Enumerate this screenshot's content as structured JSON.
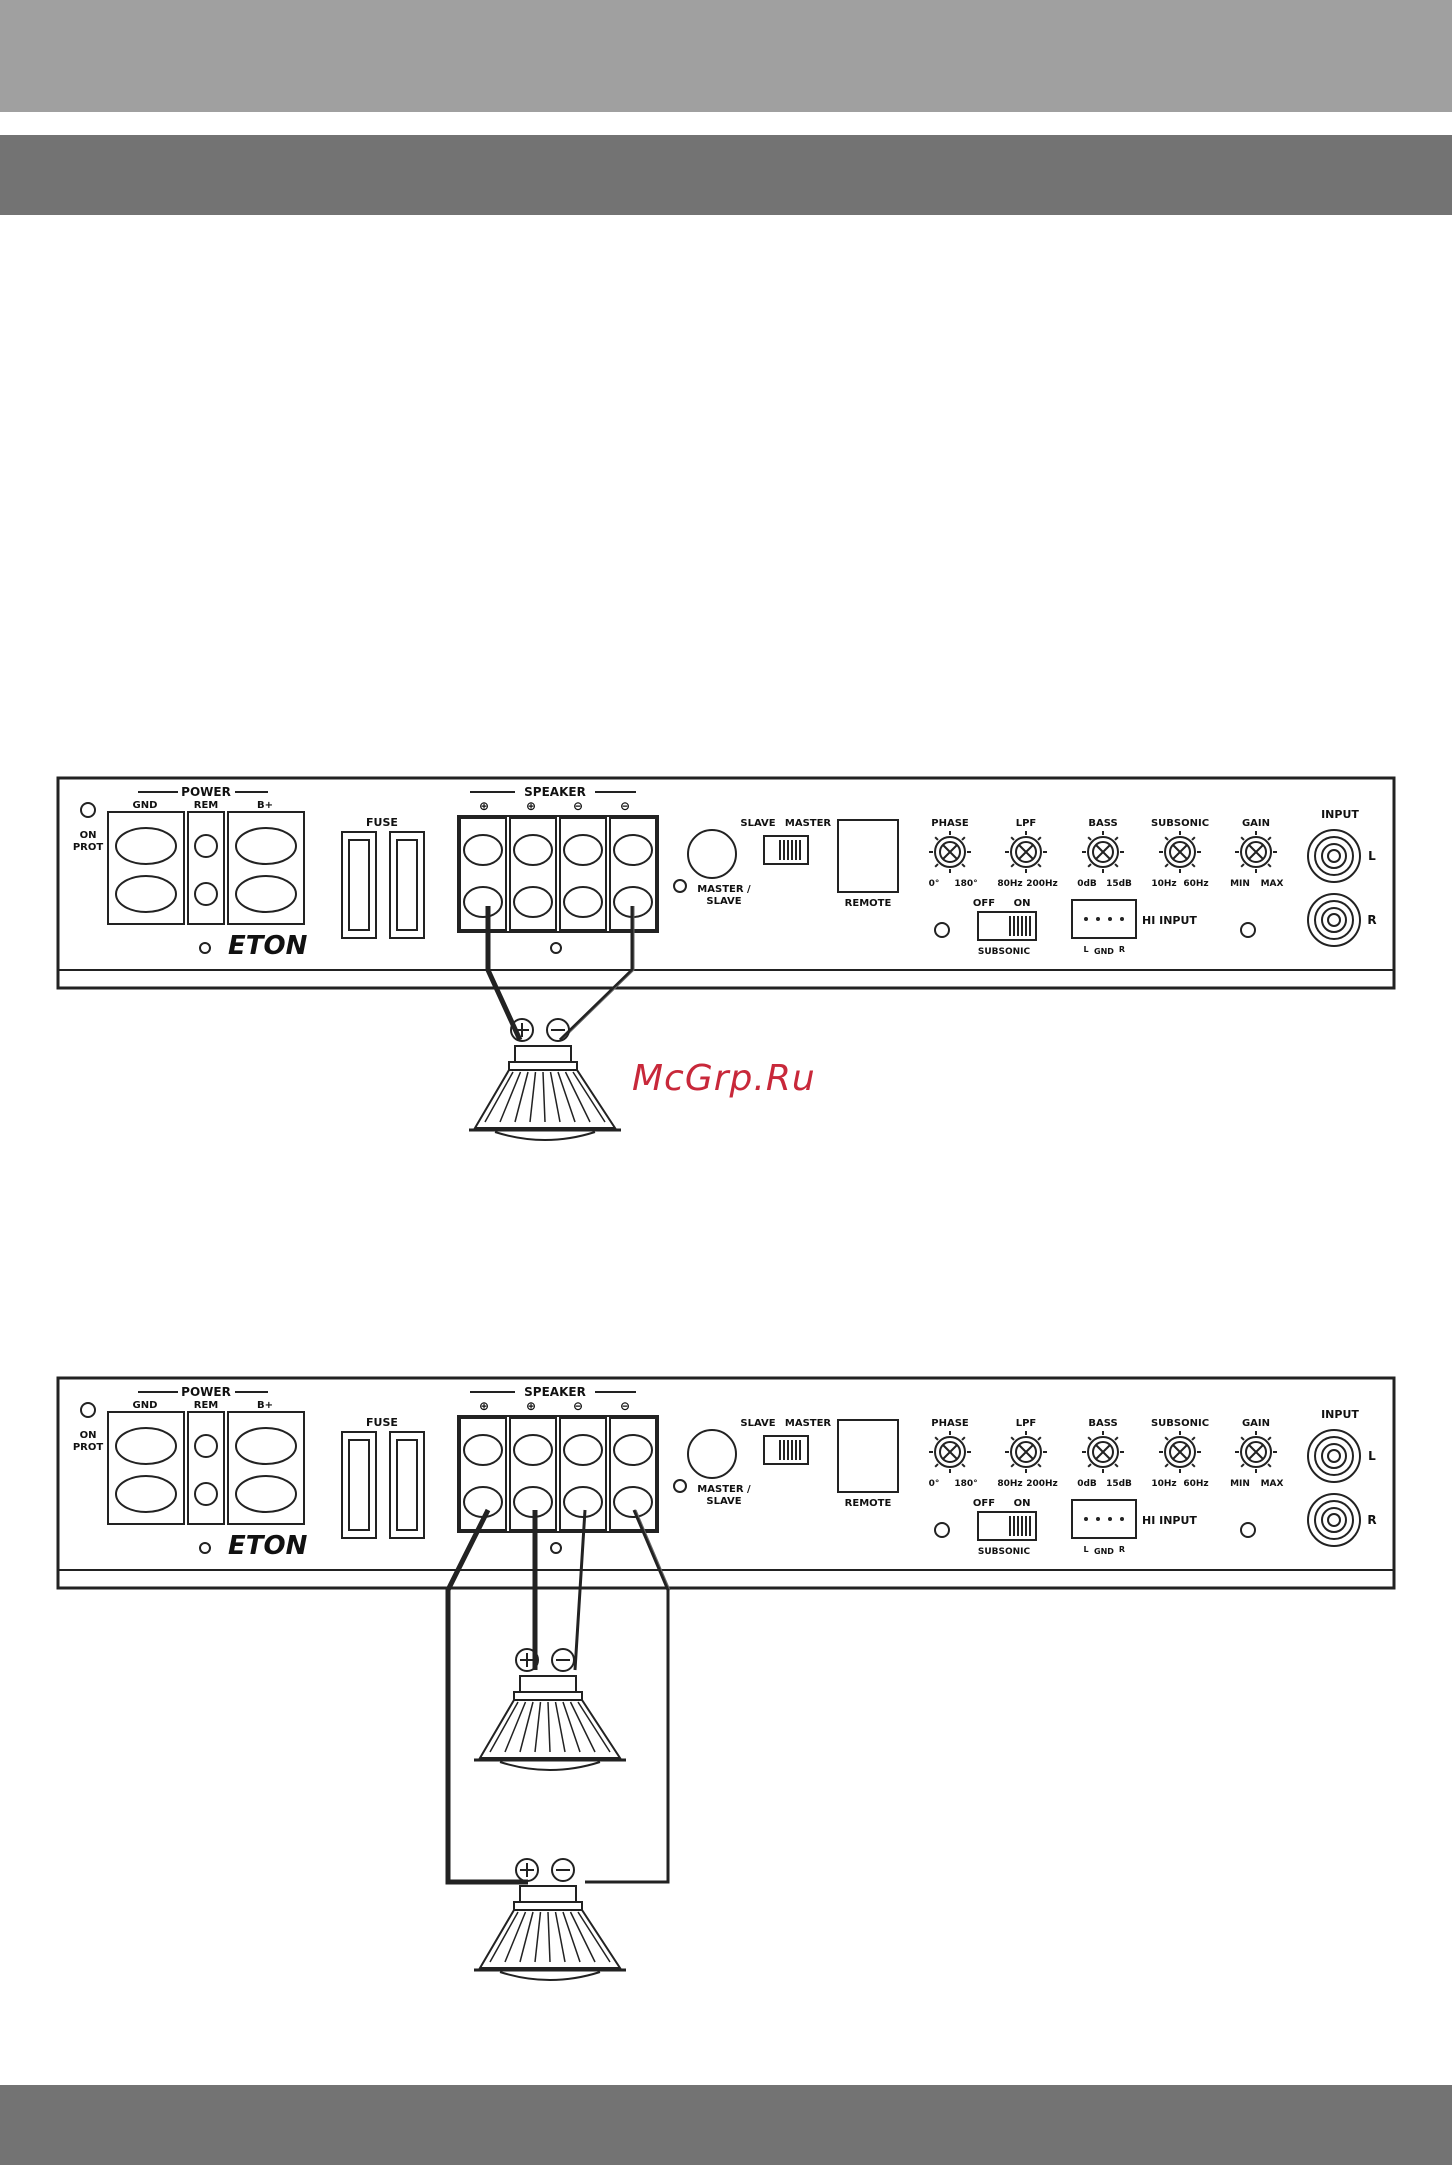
{
  "page": {
    "watermark": "McGrp.Ru"
  },
  "amplifier": {
    "brand": "ETON",
    "labels": {
      "on": "ON",
      "prot": "PROT",
      "power": "POWER",
      "gnd": "GND",
      "rem": "REM",
      "bplus": "B+",
      "fuse": "FUSE",
      "speaker": "SPEAKER",
      "plus": "⊕",
      "minus": "⊖",
      "slave": "SLAVE",
      "master": "MASTER",
      "master_slave_1": "MASTER /",
      "master_slave_2": "SLAVE",
      "remote": "REMOTE",
      "phase": "PHASE",
      "phase_min": "0°",
      "phase_max": "180°",
      "lpf": "LPF",
      "lpf_min": "80Hz",
      "lpf_max": "200Hz",
      "bass": "BASS",
      "bass_min": "0dB",
      "bass_max": "15dB",
      "subsonic": "SUBSONIC",
      "subsonic_min": "10Hz",
      "subsonic_max": "60Hz",
      "gain": "GAIN",
      "gain_min": "MIN",
      "gain_max": "MAX",
      "off": "OFF",
      "on_switch": "ON",
      "subsonic_switch": "SUBSONIC",
      "hi_input": "HI INPUT",
      "hi_l": "L",
      "hi_gnd": "GND",
      "hi_r": "R",
      "input": "INPUT",
      "in_l": "L",
      "in_r": "R"
    }
  },
  "diagrams": [
    {
      "id": "single-speaker",
      "speakers": 1
    },
    {
      "id": "dual-speaker",
      "speakers": 2
    }
  ],
  "colors": {
    "line": "#222222",
    "band_light": "#a0a0a0",
    "band_dark": "#737373",
    "watermark": "#c8283a"
  }
}
